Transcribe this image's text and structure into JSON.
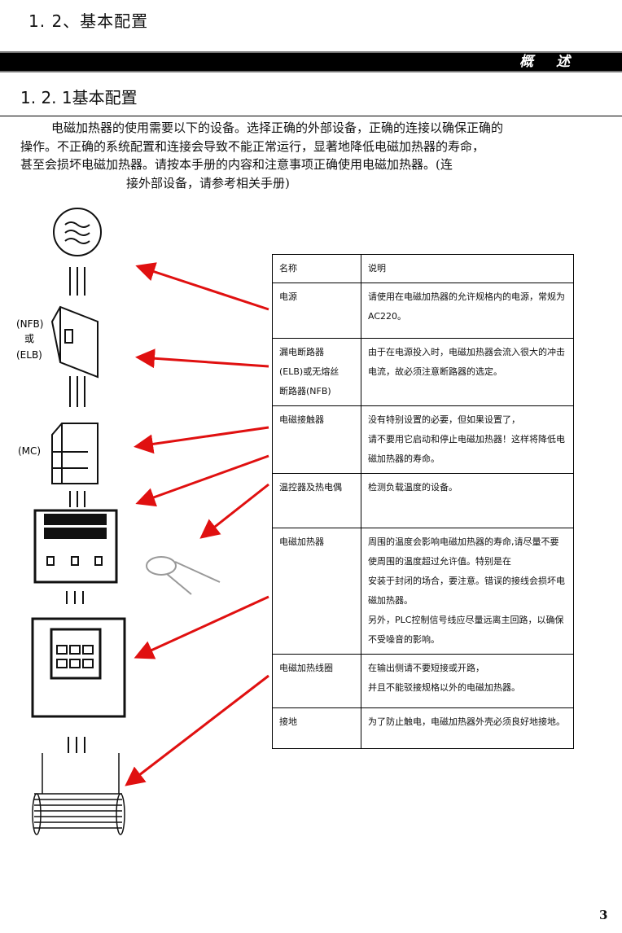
{
  "heading1": "1. 2、基本配置",
  "banner": "概述",
  "heading2": "1. 2. 1基本配置",
  "intro": [
    "电磁加热器的使用需要以下的设备。选择正确的外部设备，正确的连接以确保正确的",
    "操作。不正确的系统配置和连接会导致不能正常运行，显著地降低电磁加热器的寿命，",
    "甚至会损坏电磁加热器。请按本手册的内容和注意事项正确使用电磁加热器。(连",
    "接外部设备，请参考相关手册)"
  ],
  "table": {
    "headers": [
      "名称",
      "说明"
    ],
    "rows": [
      {
        "name": [
          "电源"
        ],
        "desc": [
          "请使用在电磁加热器的允许规格内的电源，常规为AC220。"
        ]
      },
      {
        "name": [
          "漏电断路器",
          "(ELB)或无熔丝",
          "断路器(NFB)"
        ],
        "desc": [
          "由于在电源投入时，电磁加热器会流入很大的冲击电流，故必须注意断路器的选定。"
        ]
      },
      {
        "name": [
          "电磁接触器"
        ],
        "desc": [
          "没有特别设置的必要，但如果设置了，",
          "请不要用它启动和停止电磁加热器！这样将降低电磁加热器的寿命。"
        ]
      },
      {
        "name": [
          "温控器及热电偶"
        ],
        "desc": [
          "检测负载温度的设备。"
        ]
      },
      {
        "name": [
          "电磁加热器"
        ],
        "desc": [
          "周围的温度会影响电磁加热器的寿命,请尽量不要使周围的温度超过允许值。特别是在",
          "安装于封闭的场合，要注意。错误的接线会损坏电磁加热器。",
          "另外，PLC控制信号线应尽量远离主回路，以确保不受噪音的影响。"
        ]
      },
      {
        "name": [
          "电磁加热线圈"
        ],
        "desc": [
          "在输出侧请不要短接或开路，",
          "并且不能驳接规格以外的电磁加热器。"
        ]
      },
      {
        "name": [
          "接地"
        ],
        "desc": [
          "为了防止触电，电磁加热器外壳必须良好地接地。"
        ]
      }
    ]
  },
  "diagram_labels": {
    "nfb": "(NFB)",
    "or": "或",
    "elb": "(ELB)",
    "mc": "(MC)"
  },
  "arrow_color": "#e01010",
  "page_number": "3"
}
